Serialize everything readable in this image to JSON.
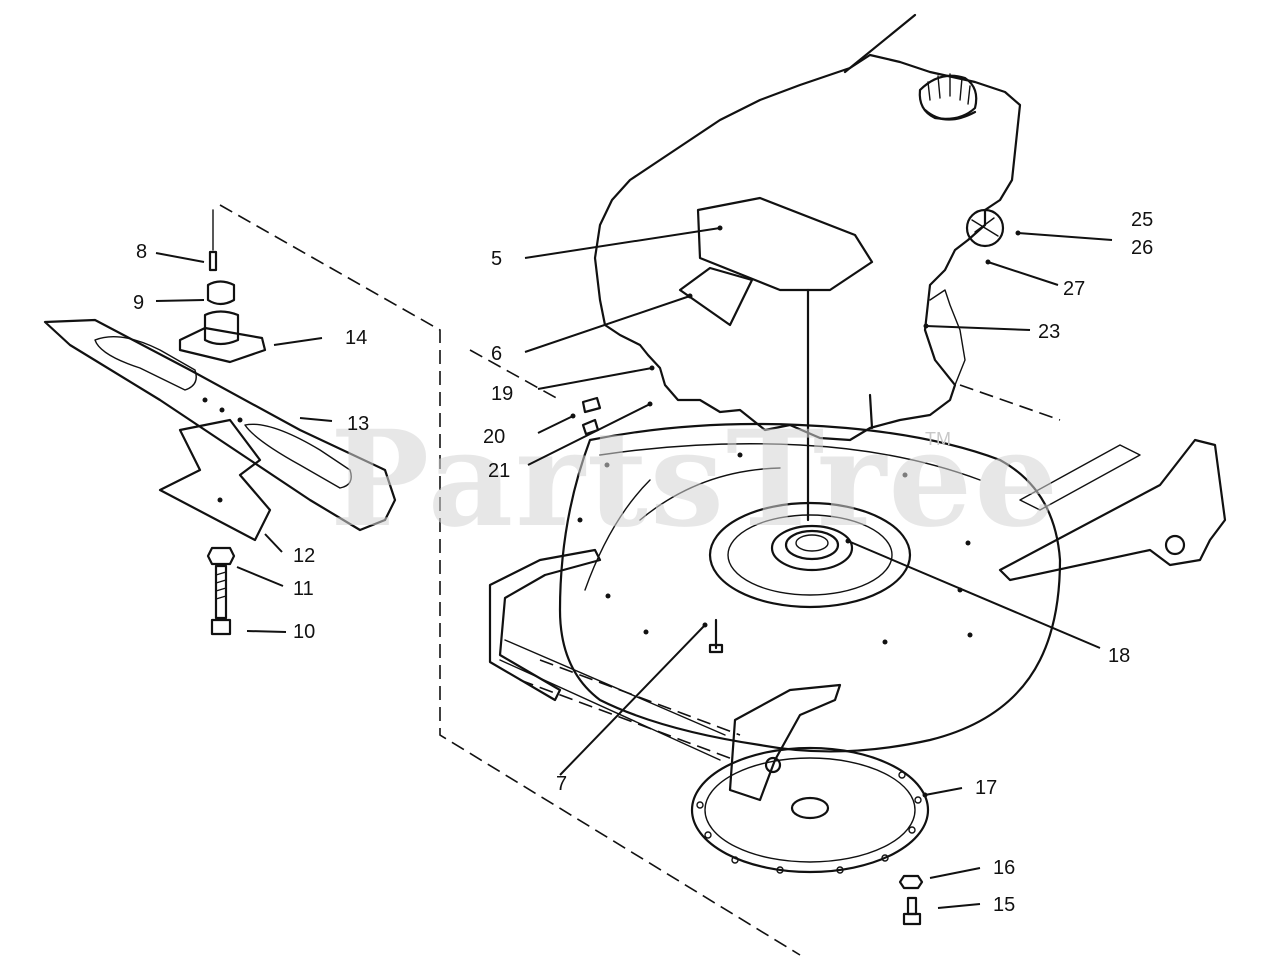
{
  "watermark": {
    "text": "PartsTree",
    "trademark": "TM"
  },
  "callouts": [
    {
      "id": "5",
      "label": "5"
    },
    {
      "id": "6",
      "label": "6"
    },
    {
      "id": "7",
      "label": "7"
    },
    {
      "id": "8",
      "label": "8"
    },
    {
      "id": "9",
      "label": "9"
    },
    {
      "id": "10",
      "label": "10"
    },
    {
      "id": "11",
      "label": "11"
    },
    {
      "id": "12",
      "label": "12"
    },
    {
      "id": "13",
      "label": "13"
    },
    {
      "id": "14",
      "label": "14"
    },
    {
      "id": "15",
      "label": "15"
    },
    {
      "id": "16",
      "label": "16"
    },
    {
      "id": "17",
      "label": "17"
    },
    {
      "id": "18",
      "label": "18"
    },
    {
      "id": "19",
      "label": "19"
    },
    {
      "id": "20",
      "label": "20"
    },
    {
      "id": "21",
      "label": "21"
    },
    {
      "id": "23",
      "label": "23"
    },
    {
      "id": "25",
      "label": "25"
    },
    {
      "id": "26",
      "label": "26"
    },
    {
      "id": "27",
      "label": "27"
    }
  ]
}
